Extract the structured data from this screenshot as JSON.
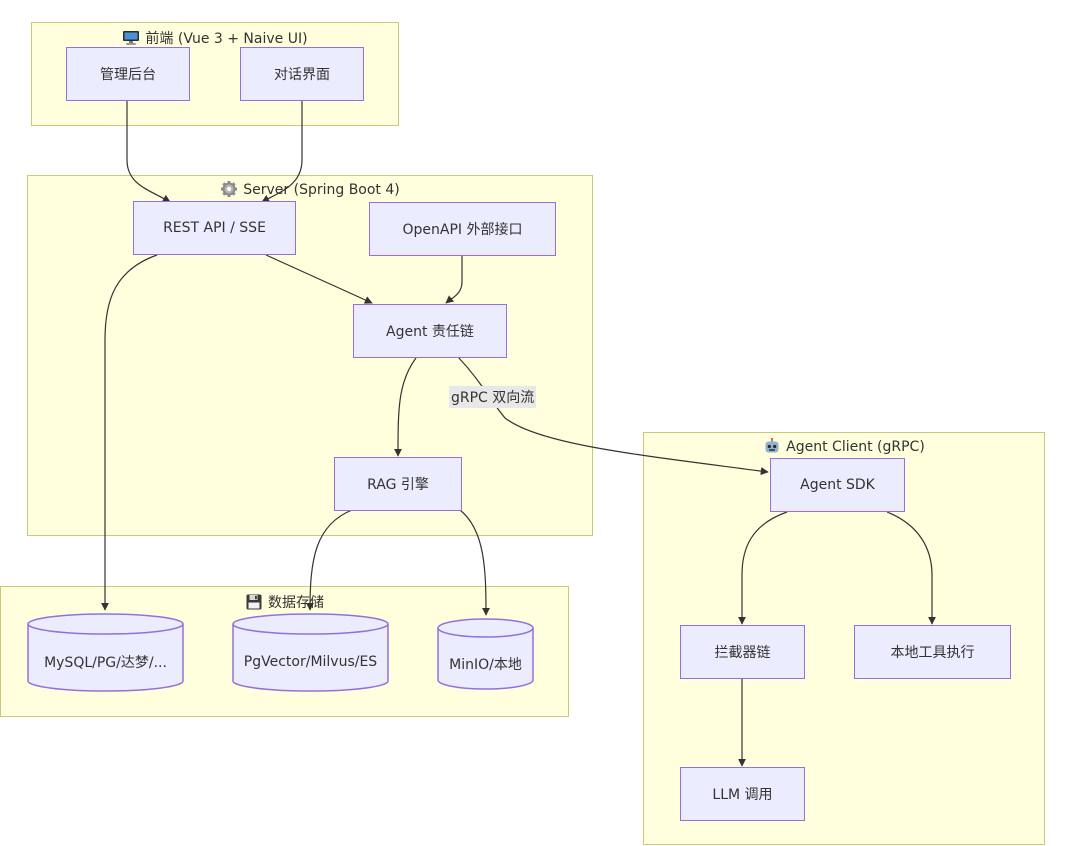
{
  "clusters": {
    "frontend": {
      "title": "前端 (Vue 3 + Naive UI)",
      "icon": "monitor-icon"
    },
    "server": {
      "title": "Server (Spring Boot 4)",
      "icon": "gear-icon"
    },
    "storage": {
      "title": "数据存储",
      "icon": "floppy-disk-icon"
    },
    "client": {
      "title": "Agent Client (gRPC)",
      "icon": "robot-icon"
    }
  },
  "nodes": {
    "admin": "管理后台",
    "chat": "对话界面",
    "rest": "REST API / SSE",
    "openapi": "OpenAPI 外部接口",
    "agent_chain": "Agent 责任链",
    "rag": "RAG 引擎",
    "mysql": "MySQL/PG/达梦/...",
    "vector": "PgVector/Milvus/ES",
    "minio": "MinIO/本地",
    "sdk": "Agent SDK",
    "interceptor": "拦截器链",
    "local_tools": "本地工具执行",
    "llm": "LLM 调用"
  },
  "edges": {
    "grpc_label": "gRPC 双向流"
  },
  "colors": {
    "cluster_fill": "#ffffde",
    "cluster_border": "#c9c97a",
    "node_fill": "#ececff",
    "node_border": "#9370db",
    "edge": "#333333"
  }
}
